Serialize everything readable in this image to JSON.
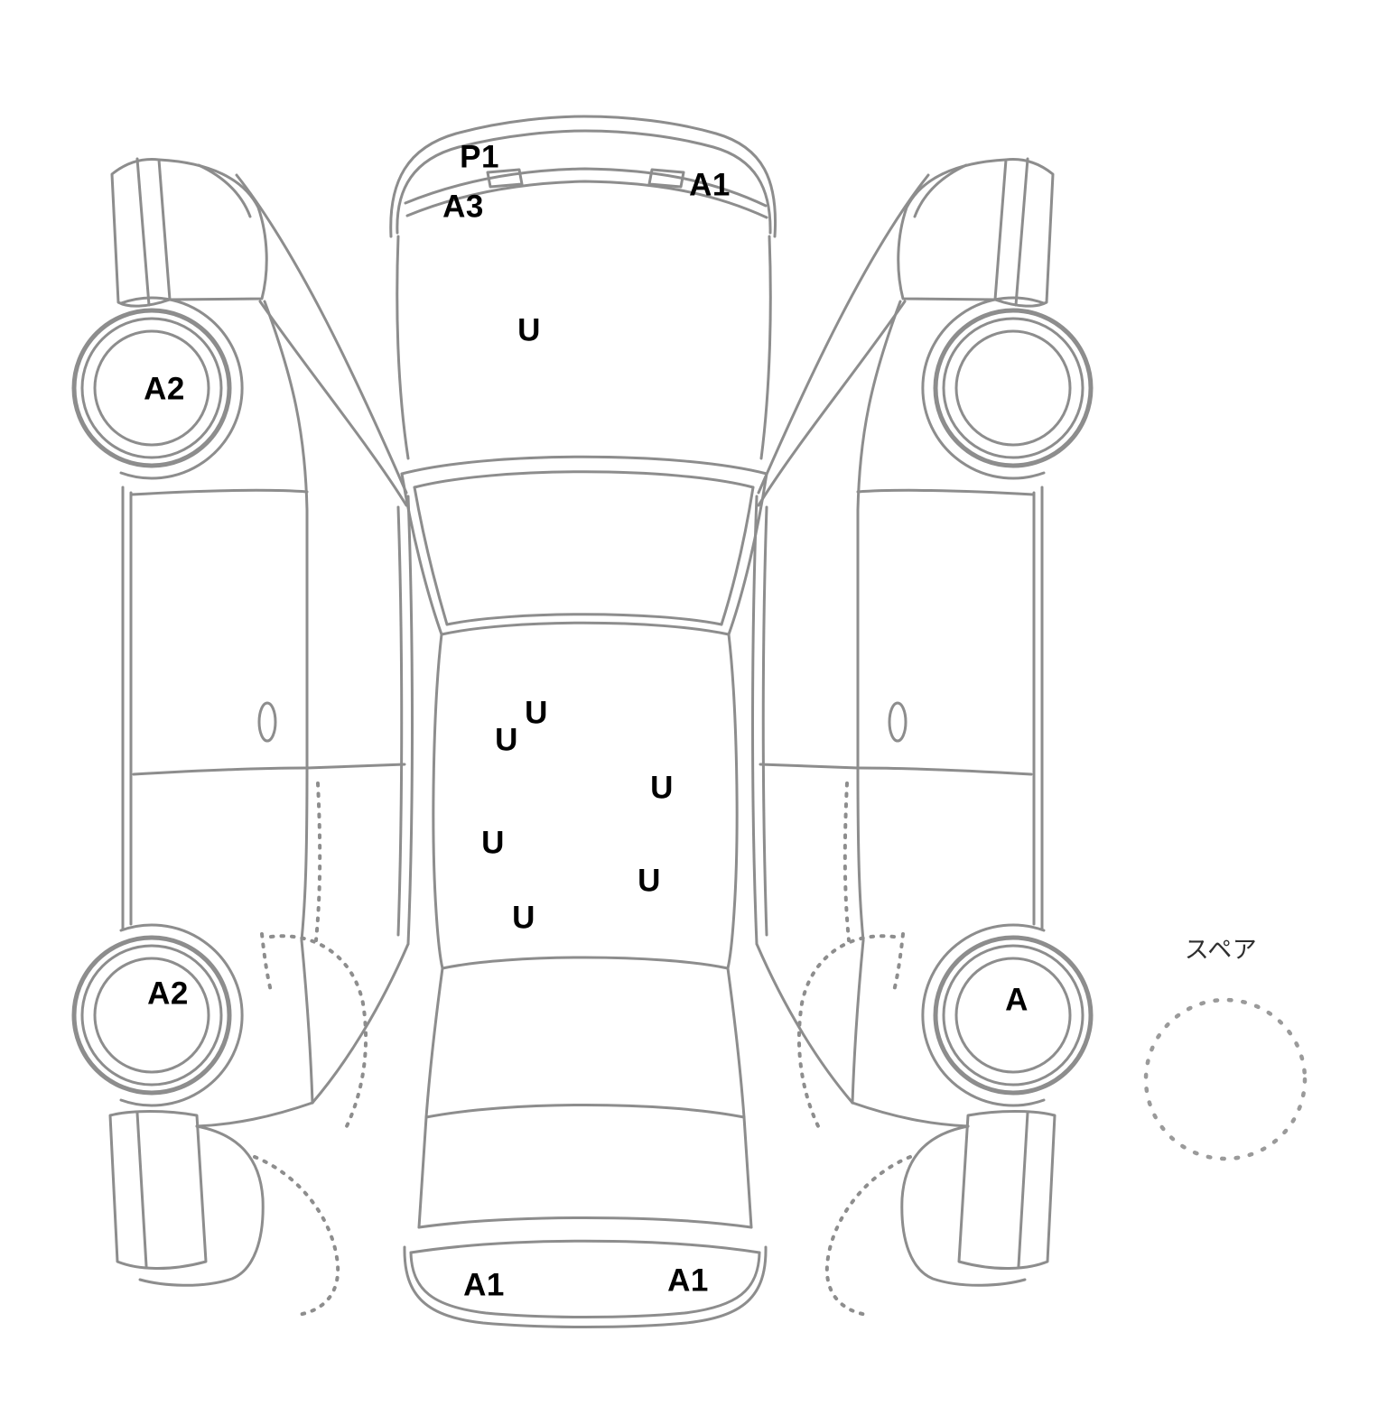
{
  "diagram": {
    "codes": {
      "p1_front": "P1",
      "a1_front_right": "A1",
      "a3_front_left": "A3",
      "u_hood": "U",
      "a2_wheel_front_left": "A2",
      "u_roof_1": "U",
      "u_roof_2": "U",
      "u_roof_3": "U",
      "u_roof_4": "U",
      "u_roof_5": "U",
      "u_roof_6": "U",
      "a2_wheel_rear_left": "A2",
      "a_wheel_rear_right": "A",
      "a1_rear_left": "A1",
      "a1_rear_right": "A1",
      "spare": "スペア"
    }
  }
}
